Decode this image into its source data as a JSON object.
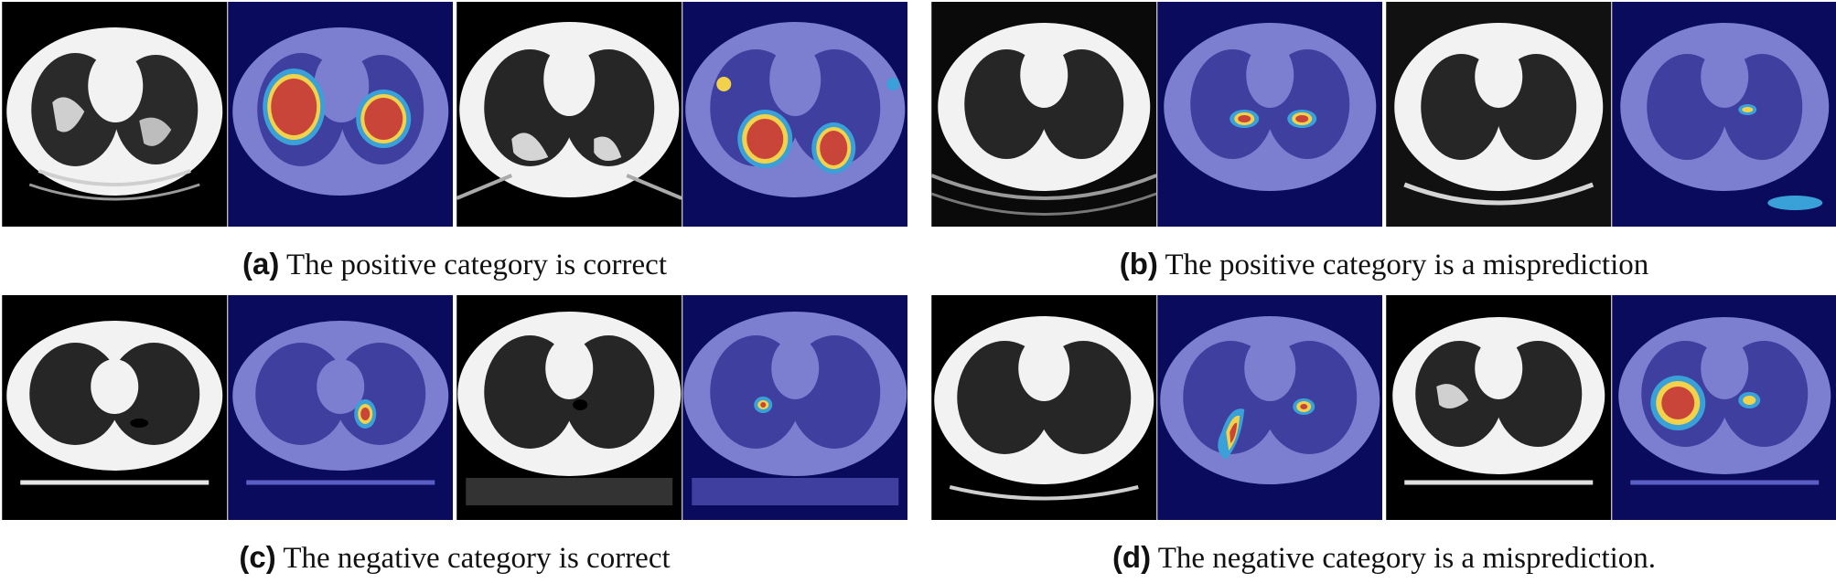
{
  "panels": [
    {
      "tag": "(a)",
      "text": "The positive category is correct"
    },
    {
      "tag": "(b)",
      "text": "The positive category is a misprediction"
    },
    {
      "tag": "(c)",
      "text": "The negative category is correct"
    },
    {
      "tag": "(d)",
      "text": "The negative category is a misprediction."
    }
  ],
  "colors": {
    "ct_background": "#000000",
    "body_outline": "#f2f2f2",
    "lung_field": "#1b1b1b",
    "overlay_background": "#0b0b5e",
    "overlay_body": "#7c7fd0",
    "heat_hot": "#c9453a",
    "heat_warm": "#f2d24a",
    "heat_cool": "#3aa0d8"
  }
}
